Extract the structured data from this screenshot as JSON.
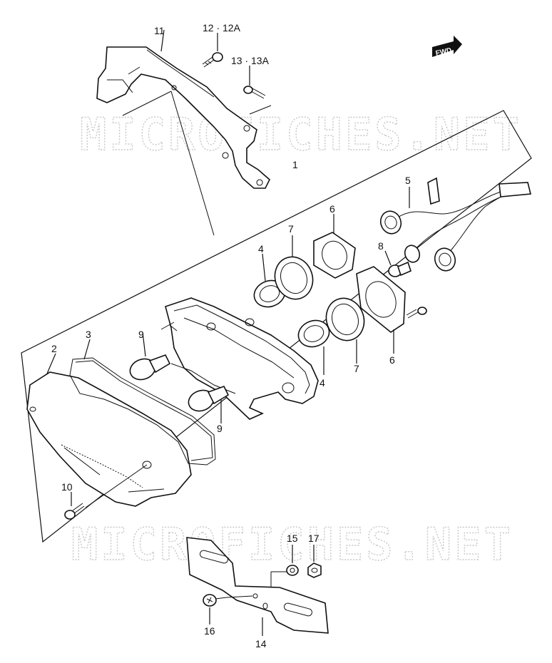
{
  "watermark": "MICROFICHES.NET",
  "fwd_label": "FWD",
  "callouts": [
    {
      "id": "c11",
      "text": "11"
    },
    {
      "id": "c12",
      "text": "12 · 12A"
    },
    {
      "id": "c13",
      "text": "13 · 13A"
    },
    {
      "id": "c1",
      "text": "1"
    },
    {
      "id": "c5",
      "text": "5"
    },
    {
      "id": "c6a",
      "text": "6"
    },
    {
      "id": "c7a",
      "text": "7"
    },
    {
      "id": "c4a",
      "text": "4"
    },
    {
      "id": "c8",
      "text": "8"
    },
    {
      "id": "c3",
      "text": "3"
    },
    {
      "id": "c2",
      "text": "2"
    },
    {
      "id": "c9a",
      "text": "9"
    },
    {
      "id": "c9b",
      "text": "9"
    },
    {
      "id": "c4b",
      "text": "4"
    },
    {
      "id": "c7b",
      "text": "7"
    },
    {
      "id": "c6b",
      "text": "6"
    },
    {
      "id": "c10",
      "text": "10"
    },
    {
      "id": "c15",
      "text": "15"
    },
    {
      "id": "c17",
      "text": "17"
    },
    {
      "id": "c16",
      "text": "16"
    },
    {
      "id": "c14",
      "text": "14"
    }
  ]
}
